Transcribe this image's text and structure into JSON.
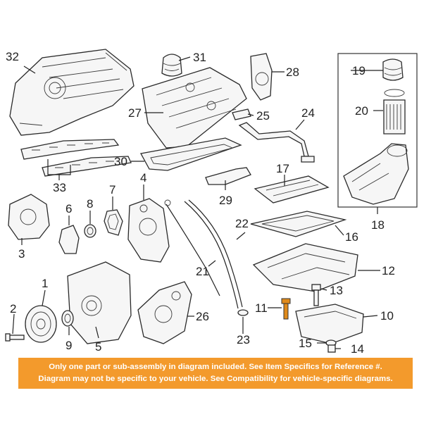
{
  "callouts": {
    "c1": "1",
    "c2": "2",
    "c3": "3",
    "c4": "4",
    "c5": "5",
    "c6": "6",
    "c7": "7",
    "c8": "8",
    "c9": "9",
    "c10": "10",
    "c11": "11",
    "c12": "12",
    "c13": "13",
    "c14": "14",
    "c15": "15",
    "c16": "16",
    "c17": "17",
    "c18": "18",
    "c19": "19",
    "c20": "20",
    "c21": "21",
    "c22": "22",
    "c23": "23",
    "c24": "24",
    "c25": "25",
    "c26": "26",
    "c27": "27",
    "c28": "28",
    "c29": "29",
    "c30": "30",
    "c31": "31",
    "c32": "32",
    "c33": "33"
  },
  "notice": {
    "line1": "Only one part or sub-assembly in diagram included. See Item Specifics for Reference #.",
    "line2": "Diagram may not be specific to your vehicle. See Compatibility for vehicle-specific diagrams."
  },
  "colors": {
    "banner": "#f39a2c",
    "highlighted_part": "#e08a1a"
  }
}
